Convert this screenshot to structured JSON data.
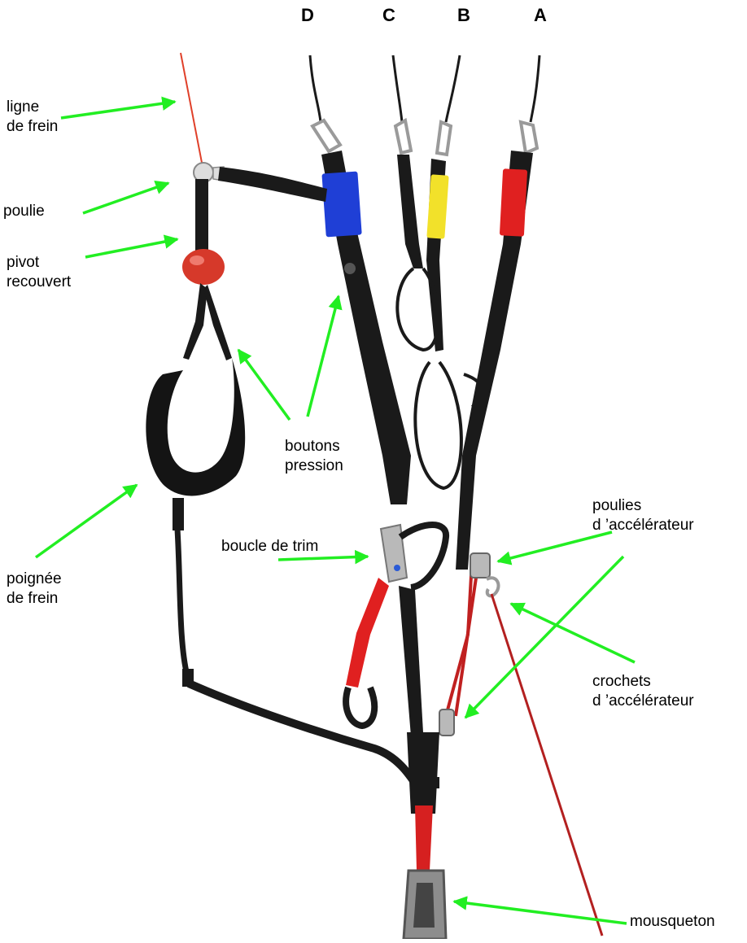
{
  "risers": {
    "d": "D",
    "c": "C",
    "b": "B",
    "a": "A"
  },
  "labels": {
    "brake_line": [
      "ligne",
      "de frein"
    ],
    "pulley": [
      "poulie"
    ],
    "covered_swivel": [
      "pivot",
      "recouvert"
    ],
    "snap_buttons": [
      "boutons",
      "pression"
    ],
    "brake_handle": [
      "poignée",
      "de frein"
    ],
    "trim_buckle": [
      "boucle de trim"
    ],
    "speed_pulleys": [
      "poulies",
      "d ’accélérateur"
    ],
    "speed_hooks": [
      "crochets",
      "d ’accélérateur"
    ],
    "carabiner": [
      "mousqueton"
    ]
  },
  "colors": {
    "arrow": "#22ee22",
    "strap": "#1a1a1a",
    "riser_d": "#1f3fd6",
    "riser_b": "#f2e12a",
    "riser_a": "#e02020",
    "trim_strap": "#e02020",
    "swivel": "#d6392a",
    "speed_line": "#b32020"
  }
}
